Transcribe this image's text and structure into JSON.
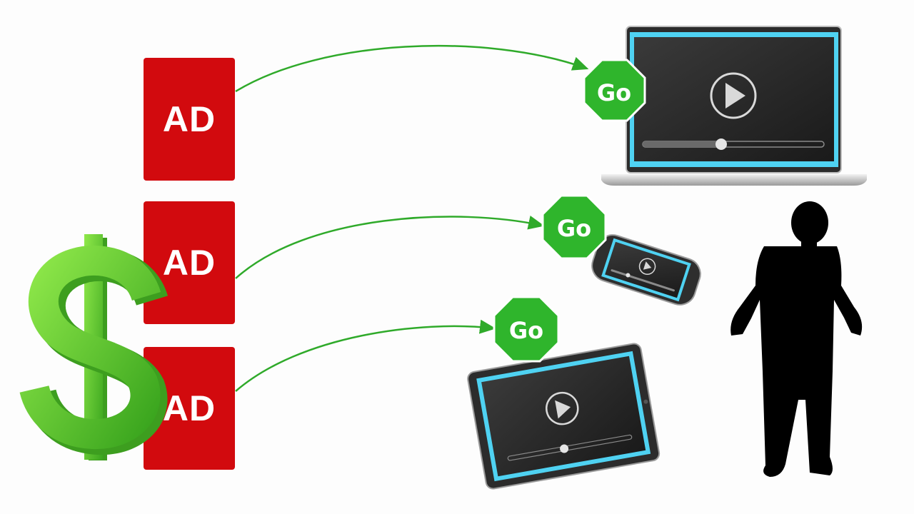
{
  "ads": [
    {
      "label": "AD"
    },
    {
      "label": "AD"
    },
    {
      "label": "AD"
    }
  ],
  "go_signs": [
    {
      "label": "Go"
    },
    {
      "label": "Go"
    },
    {
      "label": "Go"
    }
  ],
  "colors": {
    "ad_red": "#d20a0e",
    "go_green": "#2fb52c",
    "arrow_green": "#2faa2a",
    "dollar_green": "#5fd02f",
    "screen_cyan": "#4fd2f2",
    "silhouette": "#000000"
  },
  "devices": [
    "laptop",
    "smartphone",
    "tablet"
  ],
  "icons": [
    "dollar-sign-icon",
    "play-icon",
    "person-empty-pockets-icon"
  ]
}
